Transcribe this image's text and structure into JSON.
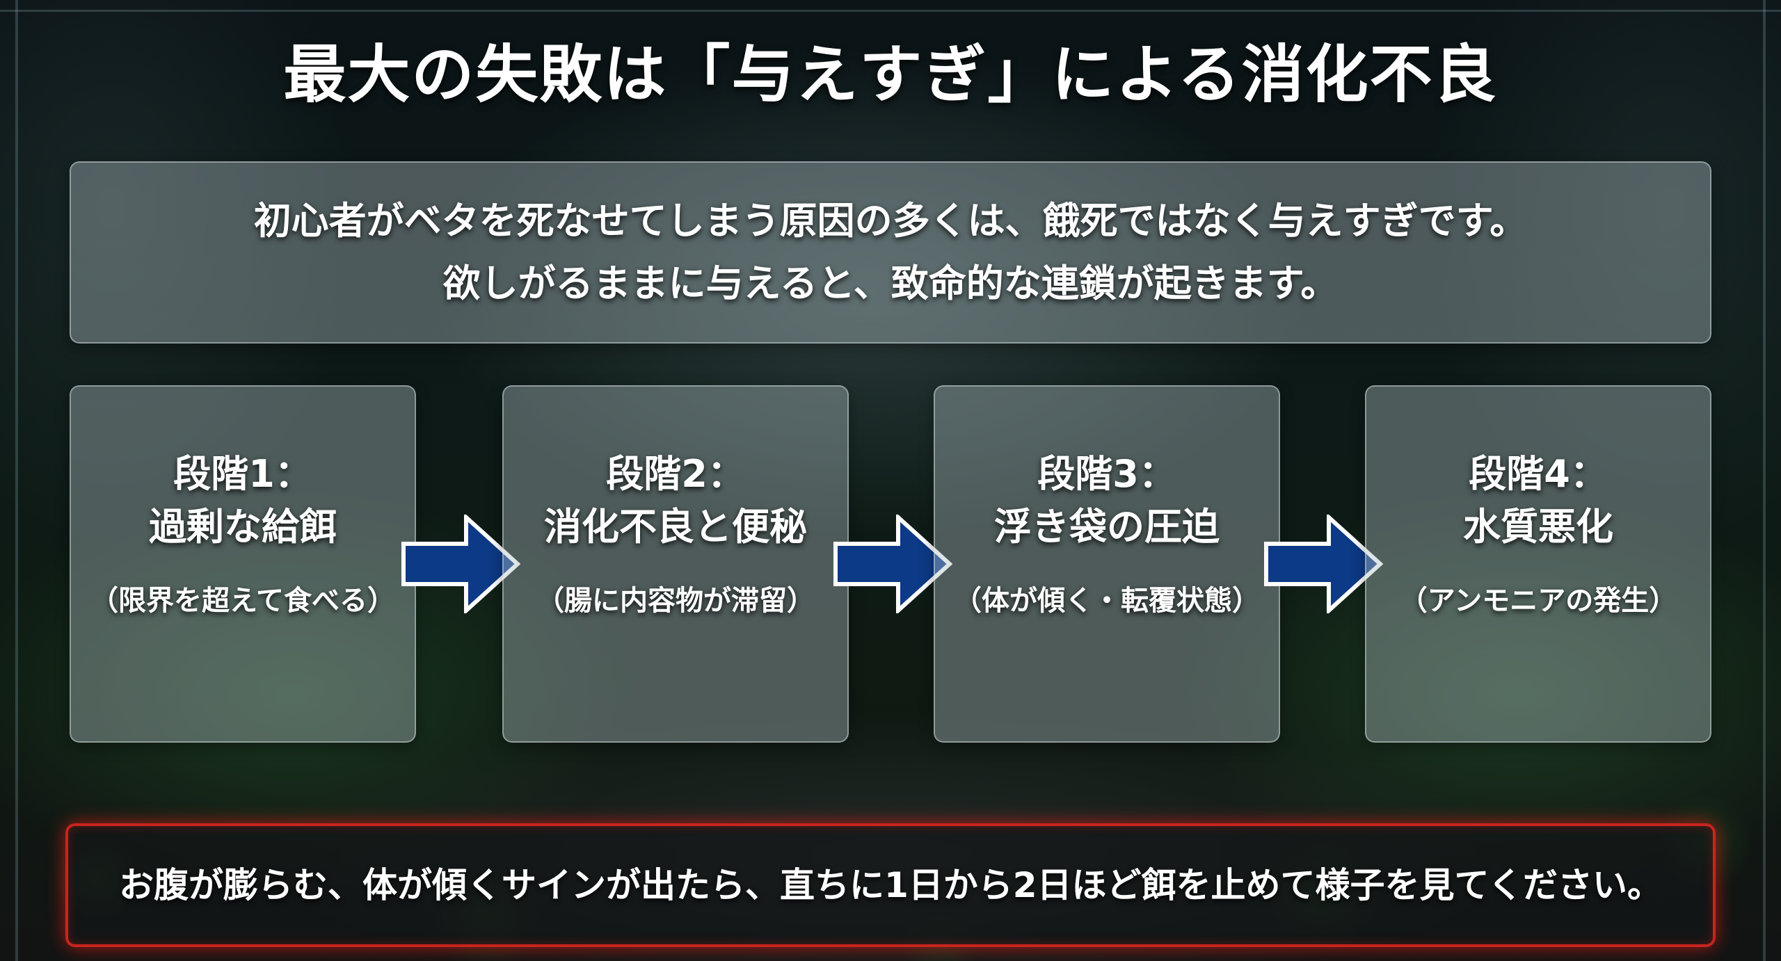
{
  "title": "最大の失敗は「与えすぎ」による消化不良",
  "intro": {
    "line1": "初心者がベタを死なせてしまう原因の多くは、餓死ではなく与えすぎです。",
    "line2": "欲しがるままに与えると、致命的な連鎖が起きます。"
  },
  "steps": [
    {
      "label": "段階1：",
      "name": "過剰な給餌",
      "desc": "（限界を超えて食べる）"
    },
    {
      "label": "段階2：",
      "name": "消化不良と便秘",
      "desc": "（腸に内容物が滞留）"
    },
    {
      "label": "段階3：",
      "name": "浮き袋の圧迫",
      "desc": "（体が傾く・転覆状態）"
    },
    {
      "label": "段階4：",
      "name": "水質悪化",
      "desc": "（アンモニアの発生）"
    }
  ],
  "arrows": {
    "icon": "right-arrow-icon",
    "fill": "#0d3a86",
    "stroke": "#ffffff"
  },
  "warning": {
    "text": "お腹が膨らむ、体が傾くサインが出たら、直ちに1日から2日ほど餌を止めて様子を見てください。",
    "border_color": "#c8241e"
  }
}
